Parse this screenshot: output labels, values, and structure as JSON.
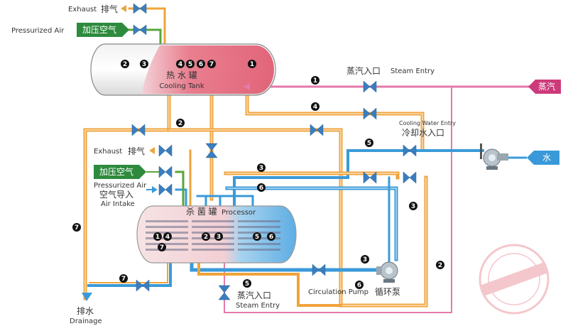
{
  "labels": {
    "top_exhaust_en": "Exhaust",
    "top_exhaust_zh": "排气",
    "top_pressurized_en": "Pressurized Air",
    "top_pressurized_zh": "加压空气",
    "cooling_tank_zh": "热 水 罐",
    "cooling_tank_en": "Cooling Tank",
    "steam_entry_top_zh": "蒸汽入口",
    "steam_entry_top_en": "Steam Entry",
    "steam_badge": "蒸汽",
    "cooling_water_entry_en": "Cooling Water Entry",
    "cooling_water_entry_zh": "冷却水入口",
    "water_badge": "水",
    "mid_exhaust_en": "Exhaust",
    "mid_exhaust_zh": "排气",
    "mid_pressurized_zh": "加压空气",
    "mid_pressurized_en": "Pressurized Air",
    "air_intake_zh": "空气导入",
    "air_intake_en": "Air Intake",
    "processor_zh": "杀 菌 罐",
    "processor_en": "Processor",
    "drainage_zh": "排水",
    "drainage_en": "Drainage",
    "steam_entry_bottom_zh": "蒸汽入口",
    "steam_entry_bottom_en": "Steam Entry",
    "circulation_pump_en": "Circulation Pump",
    "circulation_pump_zh": "循环泵"
  },
  "tank_numbers": {
    "n2": "2",
    "n3": "3",
    "n4": "4",
    "n5": "5",
    "n6": "6",
    "n7": "7",
    "n1": "1"
  },
  "processor_numbers": {
    "n1": "1",
    "n4": "4",
    "n7": "7",
    "n2": "2",
    "n3": "3",
    "n5": "5",
    "n6": "6"
  },
  "pipe_numbers": {
    "steam_1": "1",
    "tank_4": "4",
    "tank_2": "2",
    "cool_5": "5",
    "mid_3": "3",
    "mid_6": "6",
    "right_3": "3",
    "pump_3": "3",
    "right_2": "2",
    "left_7": "7",
    "bottom_7": "7",
    "bottom_5": "5",
    "pump_6": "6"
  },
  "colors": {
    "orange": "#f0a33a",
    "blue": "#3a9ad9",
    "green": "#5aa63a",
    "pink": "#e47aa8",
    "tank_fill": "#e56a7e",
    "processor_fill": "#7fbfe8",
    "magenta": "#cc3a7a"
  }
}
